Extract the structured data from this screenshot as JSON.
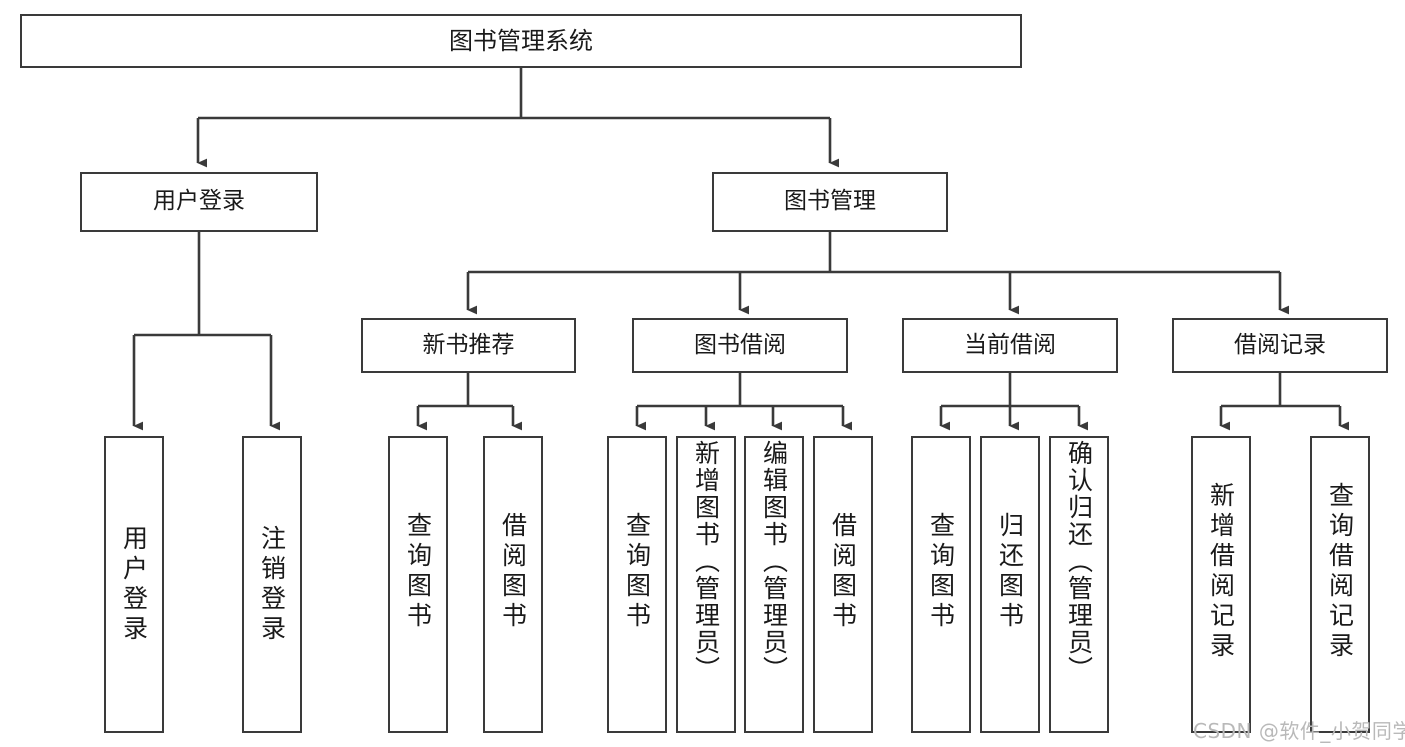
{
  "diagram": {
    "type": "tree",
    "title": "图书管理系统",
    "root": {
      "label": "图书管理系统"
    },
    "level1": [
      {
        "label": "用户登录"
      },
      {
        "label": "图书管理"
      }
    ],
    "level2": [
      {
        "label": "新书推荐"
      },
      {
        "label": "图书借阅"
      },
      {
        "label": "当前借阅"
      },
      {
        "label": "借阅记录"
      }
    ],
    "leaves": {
      "user_login": [
        {
          "label": "用户登录"
        },
        {
          "label": "注销登录"
        }
      ],
      "new_book_recommend": [
        {
          "label": "查询图书"
        },
        {
          "label": "借阅图书"
        }
      ],
      "book_borrow": [
        {
          "label": "查询图书"
        },
        {
          "label": "新增图书（管理员）"
        },
        {
          "label": "编辑图书（管理员）"
        },
        {
          "label": "借阅图书"
        }
      ],
      "current_borrow": [
        {
          "label": "查询图书"
        },
        {
          "label": "归还图书"
        },
        {
          "label": "确认归还（管理员）"
        }
      ],
      "borrow_record": [
        {
          "label": "新增借阅记录"
        },
        {
          "label": "查询借阅记录"
        }
      ]
    }
  },
  "watermark": {
    "text": "CSDN @软件_小贺同学"
  },
  "colors": {
    "stroke": "#3a3a3a",
    "text": "#1a1a1a",
    "background": "#ffffff",
    "watermark": "#b9b9b9"
  }
}
